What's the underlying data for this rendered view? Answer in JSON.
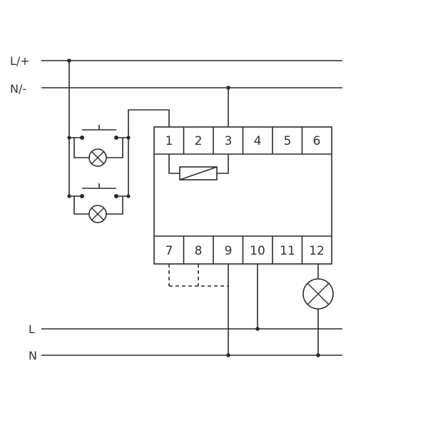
{
  "lines": {
    "top_phase": "L/+",
    "top_neutral": "N/-",
    "bottom_phase": "L",
    "bottom_neutral": "N"
  },
  "terminals_top": [
    "1",
    "2",
    "3",
    "4",
    "5",
    "6"
  ],
  "terminals_bottom": [
    "7",
    "8",
    "9",
    "10",
    "11",
    "12"
  ]
}
